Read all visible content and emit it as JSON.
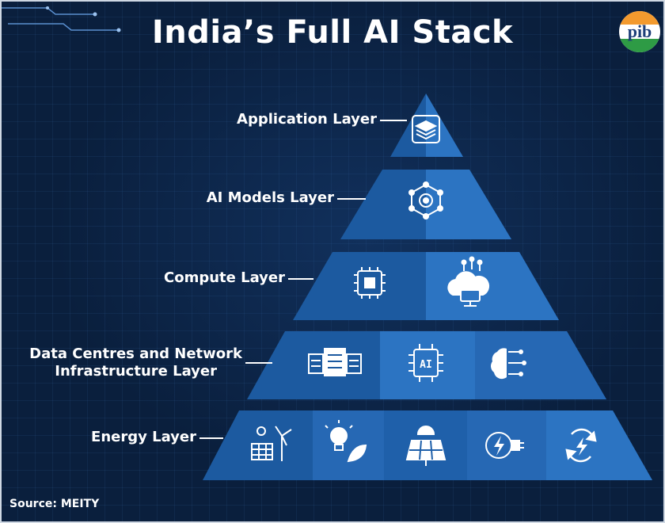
{
  "header": {
    "title": "India’s Full AI Stack",
    "logo_text": "pib"
  },
  "layers": [
    {
      "label": "Application Layer",
      "icons": [
        "stacked-layers-icon"
      ]
    },
    {
      "label": "AI Models Layer",
      "icons": [
        "neural-network-icon"
      ]
    },
    {
      "label": "Compute Layer",
      "icons": [
        "cpu-chip-icon",
        "cloud-computer-icon"
      ]
    },
    {
      "label_line1": "Data Centres and Network",
      "label_line2": "Infrastructure Layer",
      "icons": [
        "server-racks-icon",
        "ai-chip-icon",
        "brain-circuit-icon"
      ]
    },
    {
      "label": "Energy Layer",
      "icons": [
        "wind-solar-icon",
        "eco-bulb-icon",
        "solar-panel-icon",
        "energy-plug-icon",
        "renewable-cycle-icon"
      ]
    }
  ],
  "footer": {
    "source": "Source: MEITY"
  },
  "colors": {
    "background": "#0a1f3d",
    "tier_dark": "#1f5fa8",
    "tier_light": "#2f78c6",
    "text": "#ffffff"
  }
}
